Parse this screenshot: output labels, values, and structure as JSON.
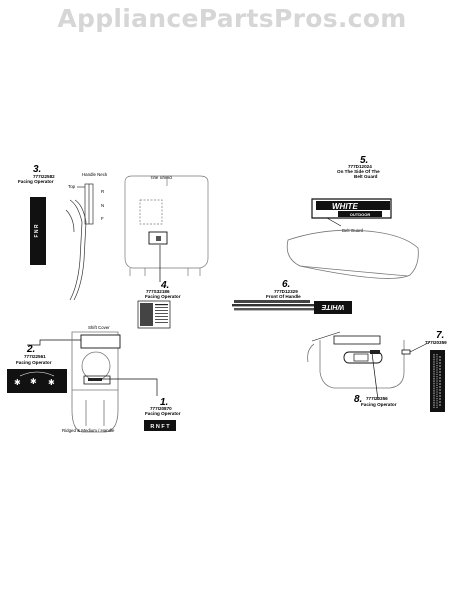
{
  "watermark": "AppliancePartsPros.com",
  "callouts": [
    {
      "num": "3.",
      "part": "777I22582",
      "desc": "Facing Operator"
    },
    {
      "num": "5.",
      "part": "777D12024",
      "desc": "On The Side Of The",
      "desc2": "Belt Guard"
    },
    {
      "num": "4.",
      "part": "777S32186",
      "desc": "Facing Operator"
    },
    {
      "num": "6.",
      "part": "777D12329",
      "desc": "Front Of Handle"
    },
    {
      "num": "2.",
      "part": "777I22561",
      "desc": "Facing Operator"
    },
    {
      "num": "7.",
      "part": "777I20359",
      "desc": ""
    },
    {
      "num": "1.",
      "part": "777I20870",
      "desc": "Facing Operator"
    },
    {
      "num": "8.",
      "part": "777I20356",
      "desc": "Facing Operator"
    }
  ],
  "labels": {
    "handle_neck": "Handle Neck",
    "tine_shield": "Tine Shield",
    "top": "Top",
    "belt_guard": "Belt Guard",
    "shift_cover": "Shift Cover",
    "footer": "Ridged & Medium / Handle",
    "letter_r": "R",
    "letter_n": "N",
    "letter_f": "F"
  },
  "decals": {
    "fnr": "F N R",
    "rnft": "R N F T",
    "brand": "WHITE",
    "brand_sub": "OUTDOOR"
  }
}
